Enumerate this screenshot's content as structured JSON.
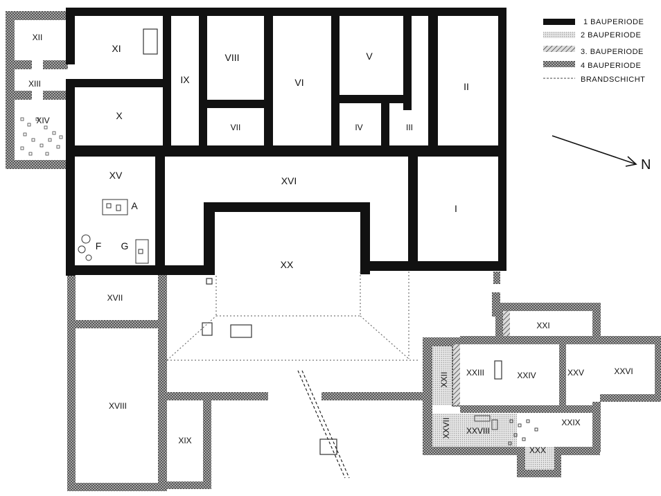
{
  "legend": [
    {
      "label": "1 BAUPERIODE",
      "pattern": "solid"
    },
    {
      "label": "2 BAUPERIODE",
      "pattern": "dotted"
    },
    {
      "label": "3. BAUPERIODE",
      "pattern": "hatched"
    },
    {
      "label": "4 BAUPERIODE",
      "pattern": "crosshatch"
    },
    {
      "label": "BRANDSCHICHT",
      "pattern": "dashed-line"
    }
  ],
  "north_label": "N",
  "rooms": {
    "I": "I",
    "II": "II",
    "III": "III",
    "IV": "IV",
    "V": "V",
    "VI": "VI",
    "VII": "VII",
    "VIII": "VIII",
    "IX": "IX",
    "X": "X",
    "XI": "XI",
    "XII": "XII",
    "XIII": "XIII",
    "XIV": "XIV",
    "XV": "XV",
    "XVI": "XVI",
    "XVII": "XVII",
    "XVIII": "XVIII",
    "XIX": "XIX",
    "XX": "XX",
    "XXI": "XXI",
    "XXII": "XXII",
    "XXIII": "XXIII",
    "XXIV": "XXIV",
    "XXV": "XXV",
    "XXVI": "XXVI",
    "XXVII": "XXVII",
    "XXVIII": "XXVIII",
    "XXIX": "XXIX",
    "XXX": "XXX"
  },
  "features": {
    "A": "A",
    "F": "F",
    "G": "G"
  },
  "colors": {
    "wall": "#111111",
    "period4": "#8a8a8a",
    "period2": "#c9c9c9",
    "background": "#ffffff"
  }
}
